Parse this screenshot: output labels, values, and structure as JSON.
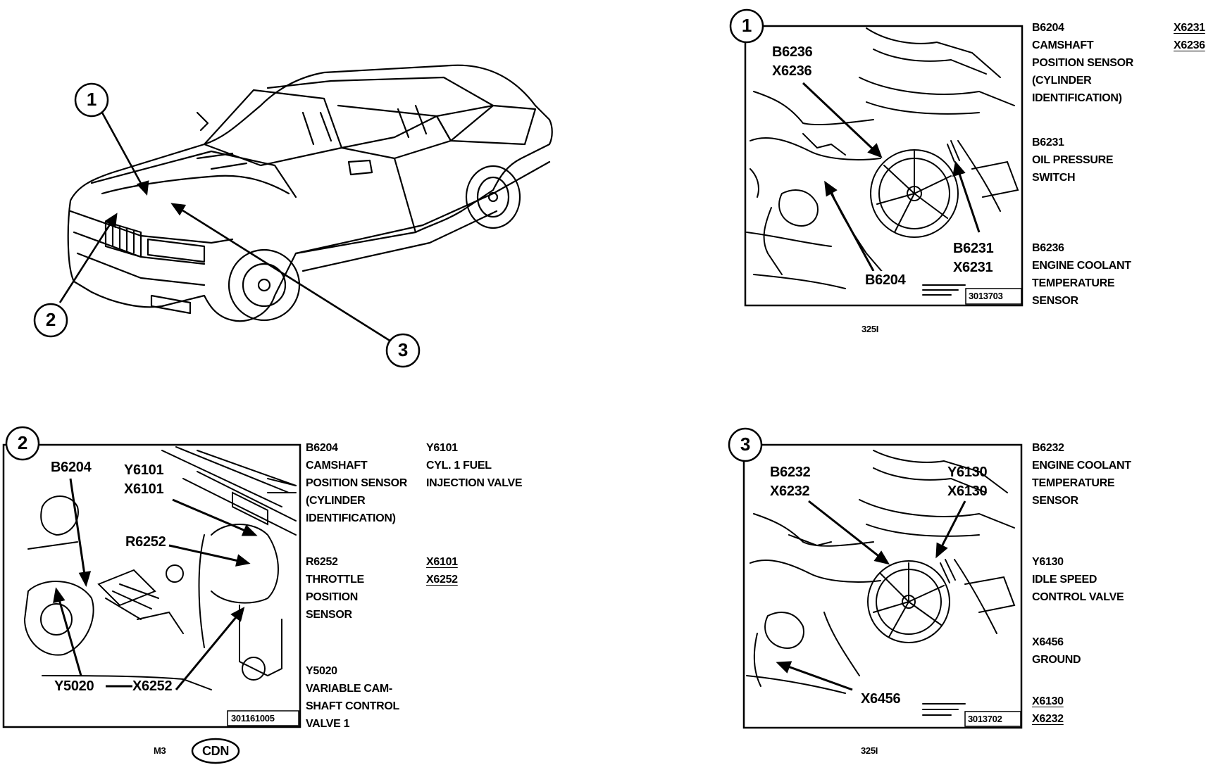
{
  "overview": {
    "callouts": [
      "1",
      "2",
      "3"
    ]
  },
  "view1": {
    "number": "1",
    "callouts": {
      "b6236_x6236": [
        "B6236",
        "X6236"
      ],
      "b6231_x6231": [
        "B6231",
        "X6231"
      ],
      "b6204": "B6204"
    },
    "image_id": "3013703",
    "caption": "325I",
    "legend": [
      {
        "code": "B6204",
        "lines": [
          "CAMSHAFT",
          "POSITION SENSOR",
          "(CYLINDER",
          "IDENTIFICATION)"
        ]
      },
      {
        "code": "B6231",
        "lines": [
          "OIL PRESSURE",
          "SWITCH"
        ]
      },
      {
        "code": "B6236",
        "lines": [
          "ENGINE COOLANT",
          "TEMPERATURE",
          "SENSOR"
        ]
      }
    ],
    "connectors": [
      "X6231",
      "X6236"
    ]
  },
  "view2": {
    "number": "2",
    "callouts": {
      "b6204": "B6204",
      "y6101_x6101": [
        "Y6101",
        "X6101"
      ],
      "r6252": "R6252",
      "y5020": "Y5020",
      "x6252": "X6252"
    },
    "image_id": "301161005",
    "caption": "M3",
    "logo": "CDN",
    "legend_left": [
      {
        "code": "B6204",
        "lines": [
          "CAMSHAFT",
          "POSITION SENSOR",
          "(CYLINDER",
          "IDENTIFICATION)"
        ]
      },
      {
        "code": "R6252",
        "lines": [
          "THROTTLE",
          "POSITION",
          "SENSOR"
        ]
      },
      {
        "code": "Y5020",
        "lines": [
          "VARIABLE CAM-",
          "SHAFT CONTROL",
          "VALVE 1"
        ]
      }
    ],
    "legend_right": [
      {
        "code": "Y6101",
        "lines": [
          "CYL. 1 FUEL",
          "INJECTION VALVE"
        ]
      }
    ],
    "connectors": [
      "X6101",
      "X6252"
    ]
  },
  "view3": {
    "number": "3",
    "callouts": {
      "b6232_x6232": [
        "B6232",
        "X6232"
      ],
      "y6130_x6130": [
        "Y6130",
        "X6130"
      ],
      "x6456": "X6456"
    },
    "image_id": "3013702",
    "caption": "325I",
    "legend": [
      {
        "code": "B6232",
        "lines": [
          "ENGINE COOLANT",
          "TEMPERATURE",
          "SENSOR"
        ]
      },
      {
        "code": "Y6130",
        "lines": [
          "IDLE SPEED",
          "CONTROL VALVE"
        ]
      },
      {
        "code": "X6456",
        "lines": [
          "GROUND"
        ]
      }
    ],
    "connectors": [
      "X6130",
      "X6232"
    ]
  }
}
